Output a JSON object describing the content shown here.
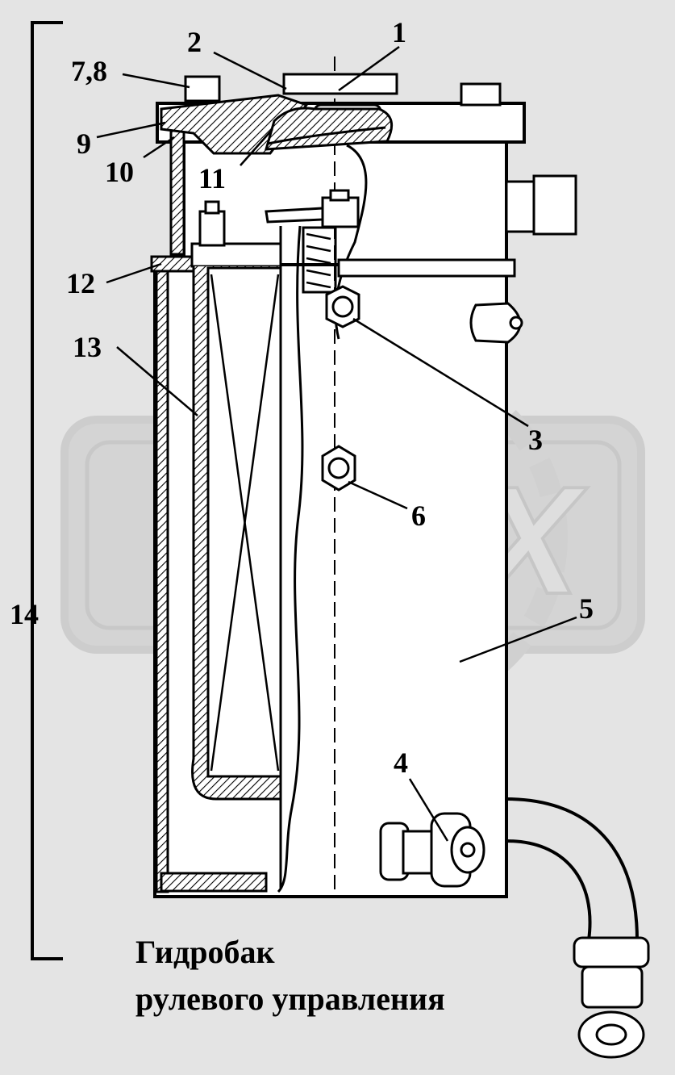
{
  "caption": {
    "line1": "Гидробак",
    "line2": "рулевого управления"
  },
  "callouts": [
    {
      "id": "1",
      "label": "1"
    },
    {
      "id": "2",
      "label": "2"
    },
    {
      "id": "7-8",
      "label": "7,8"
    },
    {
      "id": "9",
      "label": "9"
    },
    {
      "id": "10",
      "label": "10"
    },
    {
      "id": "11",
      "label": "11"
    },
    {
      "id": "12",
      "label": "12"
    },
    {
      "id": "13",
      "label": "13"
    },
    {
      "id": "3",
      "label": "3"
    },
    {
      "id": "6",
      "label": "6"
    },
    {
      "id": "5",
      "label": "5"
    },
    {
      "id": "4",
      "label": "4"
    },
    {
      "id": "14",
      "label": "14"
    }
  ],
  "watermark": {
    "text": "OPEX"
  },
  "colors": {
    "background": "#e4e4e4",
    "ink": "#000000",
    "watermark": "#d2d2d2"
  }
}
